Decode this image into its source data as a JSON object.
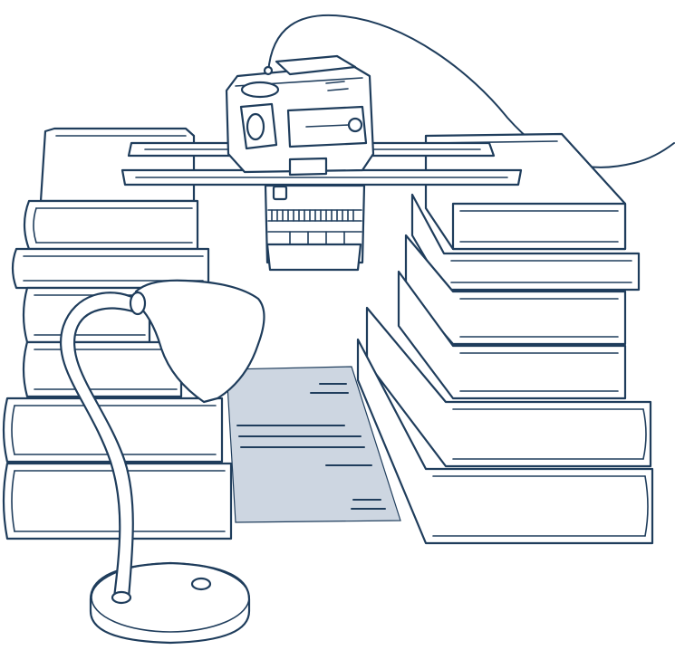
{
  "colors": {
    "ink": "#1f3d5c",
    "paper": "#cdd6e1",
    "background": "#ffffff"
  },
  "illustration": {
    "camera": "camera-on-copy-stand",
    "lamp": "gooseneck-desk-lamp",
    "document": "document-sheet",
    "book_stacks": [
      "left-book-stack",
      "right-book-stack"
    ],
    "cable": "camera-cable"
  }
}
